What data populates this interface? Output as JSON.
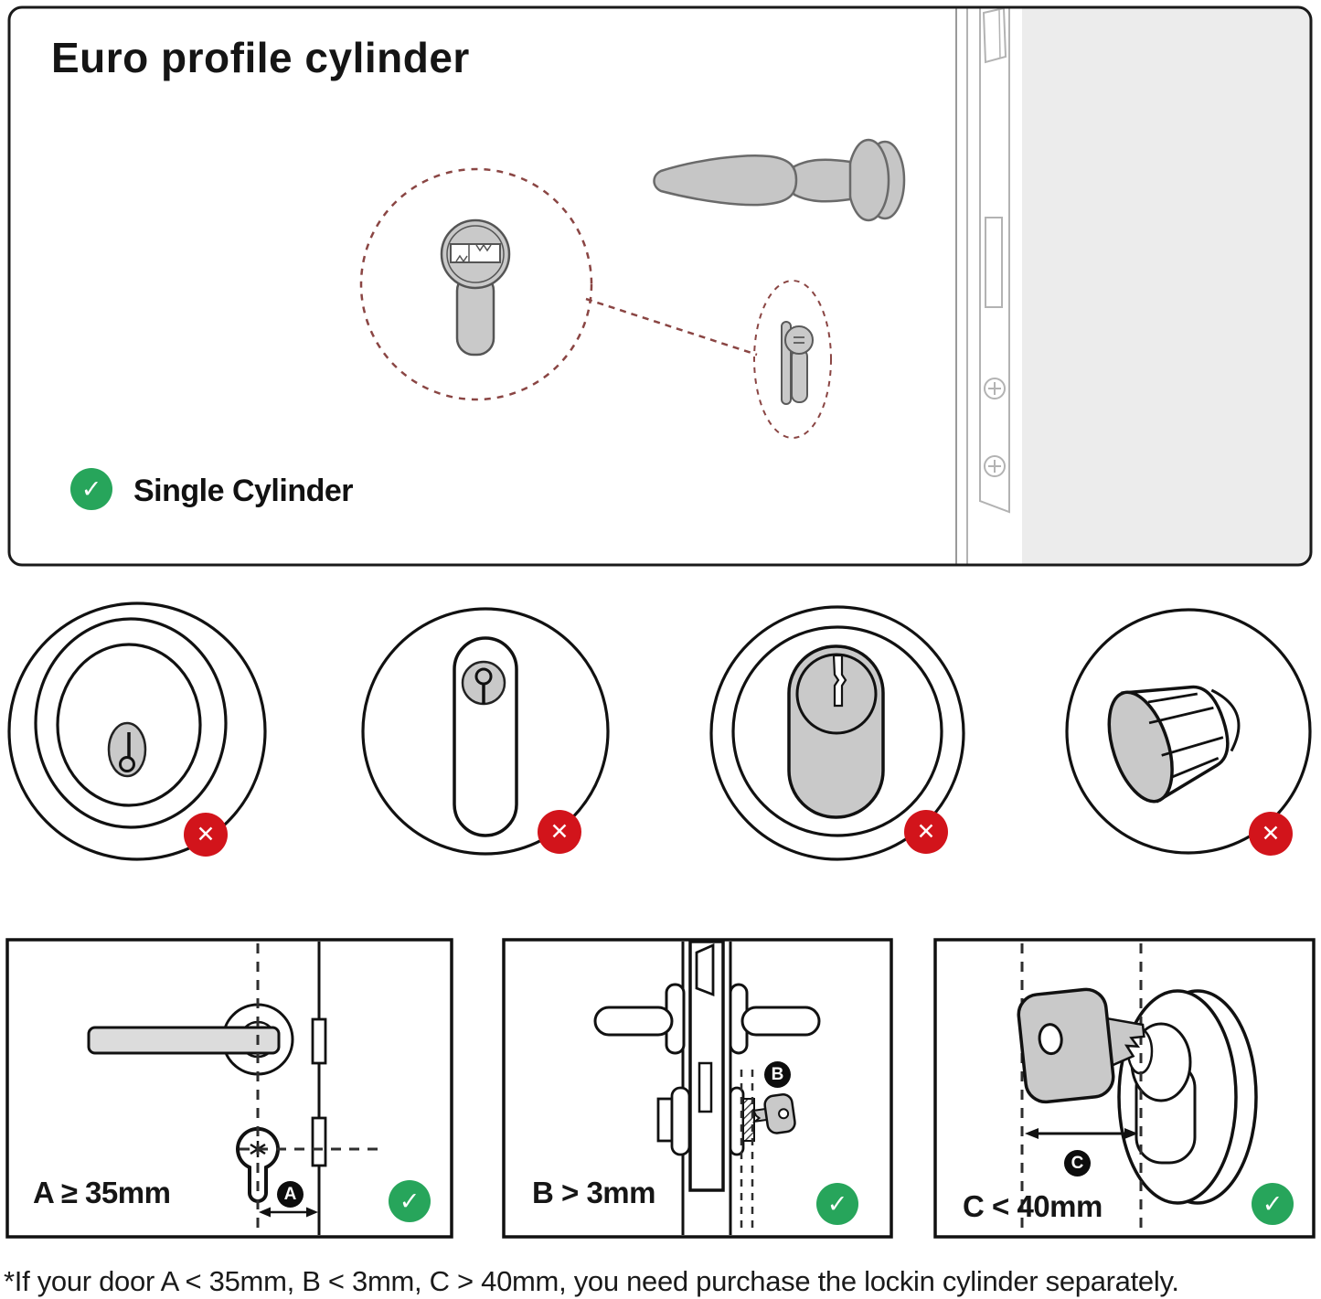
{
  "top_panel": {
    "title": "Euro profile cylinder",
    "compatible": {
      "label": "Single Cylinder",
      "check_glyph": "✓"
    }
  },
  "incompatible_row": {
    "badge_glyph": "✕",
    "items": [
      {
        "icon": "deadbolt-cylinder-icon"
      },
      {
        "icon": "oval-cylinder-icon"
      },
      {
        "icon": "round-euro-cylinder-icon"
      },
      {
        "icon": "thumbturn-knob-icon"
      }
    ]
  },
  "requirements": [
    {
      "id": "A",
      "label": "A ≥ 35mm"
    },
    {
      "id": "B",
      "label": "B > 3mm"
    },
    {
      "id": "C",
      "label": "C < 40mm"
    }
  ],
  "check_glyph": "✓",
  "footnote": "*If your door A < 35mm, B < 3mm, C > 40mm, you need purchase the lockin cylinder separately.",
  "colors": {
    "success_green": "#27a55b",
    "error_red": "#d2141b",
    "line_black": "#111111",
    "diagram_gray_fill": "#c9c9c9",
    "door_face_gray": "#ececec",
    "hardware_light_line": "#b3b3b3",
    "callout_dashed_red": "#8a4543"
  }
}
